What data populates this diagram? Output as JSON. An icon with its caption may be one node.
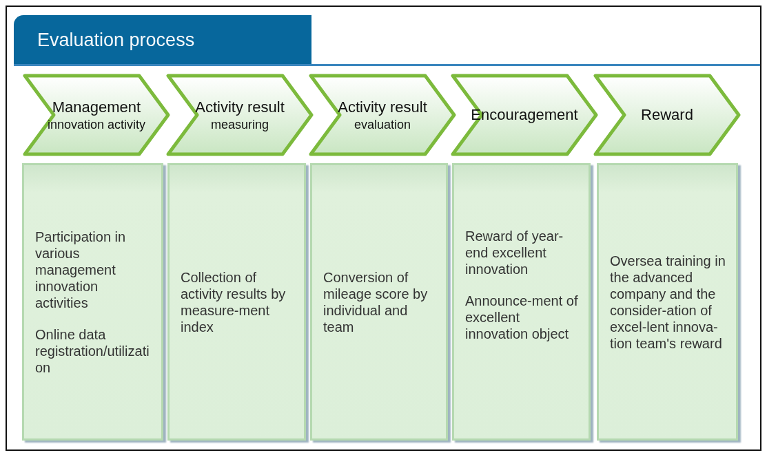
{
  "diagram": {
    "title": "Evaluation process",
    "nodes": [
      {
        "text": [
          "Management",
          "innovation activity"
        ]
      },
      {
        "text": [
          "Activity result",
          "measuring"
        ]
      },
      {
        "text": [
          "Activity result",
          "evaluation"
        ]
      },
      {
        "text": [
          "Encouragement"
        ]
      },
      {
        "text": [
          "Reward"
        ]
      },
      {
        "text": [
          "Participation in various management innovation activities",
          "Online data registration/utilization"
        ]
      },
      {
        "text": [
          "Collection of activity results by measure-ment index"
        ]
      },
      {
        "text": [
          "Conversion of mileage score by individual and team"
        ]
      },
      {
        "text": [
          "Reward of year-end excellent innovation",
          "Announce-ment of excellent innovation object"
        ]
      },
      {
        "text": [
          "Oversea training in the advanced company and the consider-ation of excel-lent innova-tion team's reward"
        ]
      }
    ]
  }
}
